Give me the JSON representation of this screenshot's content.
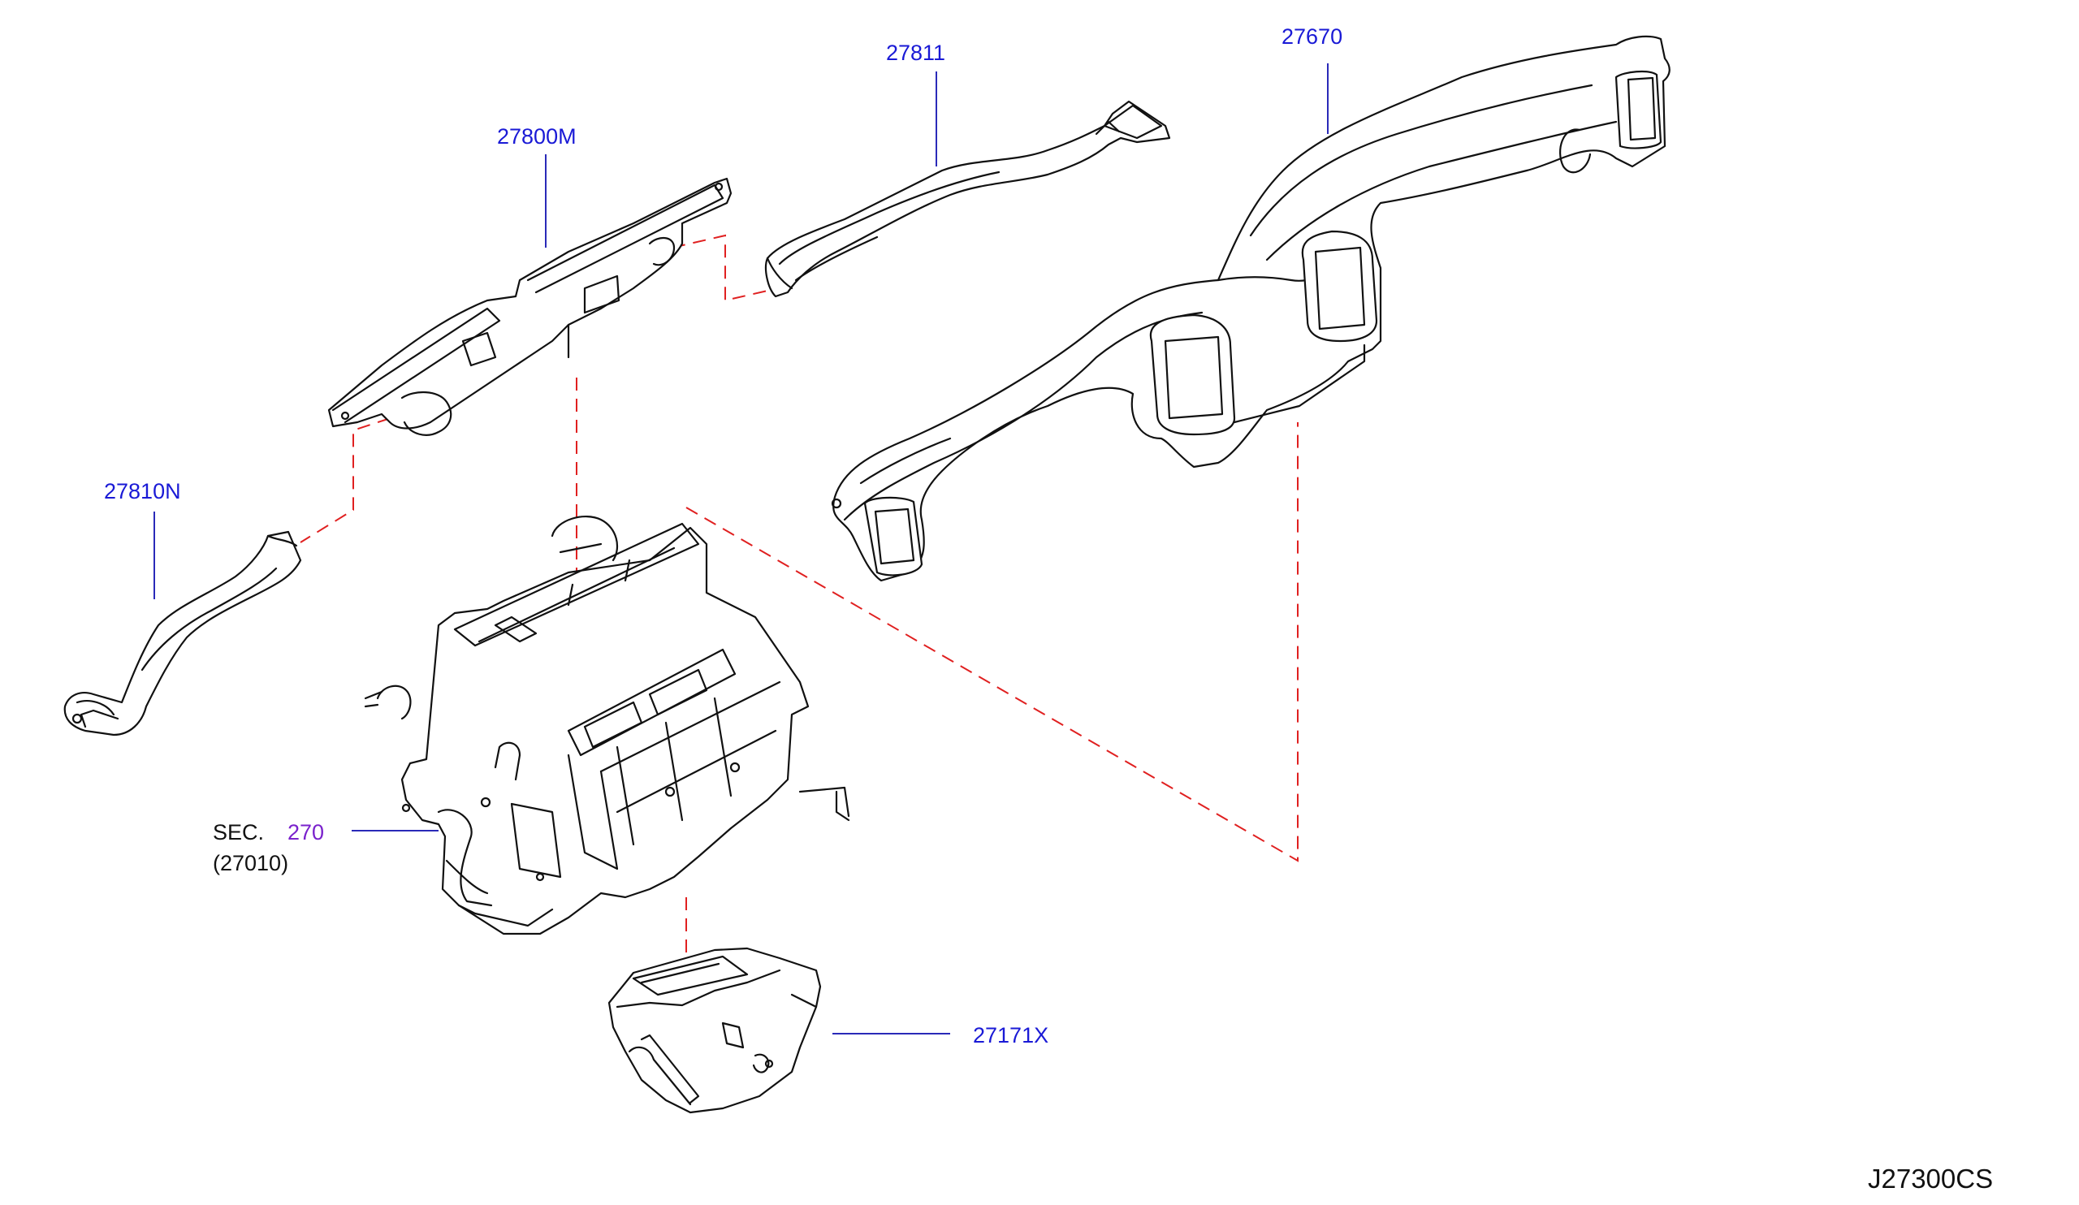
{
  "diagram_id": "J27300CS",
  "colors": {
    "part_label": "#1a1ad6",
    "section_link": "#7a22cc",
    "leader_line": "#2a2ab8",
    "assembly_dash": "#e02020",
    "drawing_line": "#111111"
  },
  "parts": [
    {
      "key": "p27811",
      "label": "27811"
    },
    {
      "key": "p27670",
      "label": "27670"
    },
    {
      "key": "p27800M",
      "label": "27800M"
    },
    {
      "key": "p27810N",
      "label": "27810N"
    },
    {
      "key": "p27171X",
      "label": "27171X"
    }
  ],
  "section_ref": {
    "prefix": "SEC.",
    "number": "270",
    "part_number": "(27010)"
  }
}
